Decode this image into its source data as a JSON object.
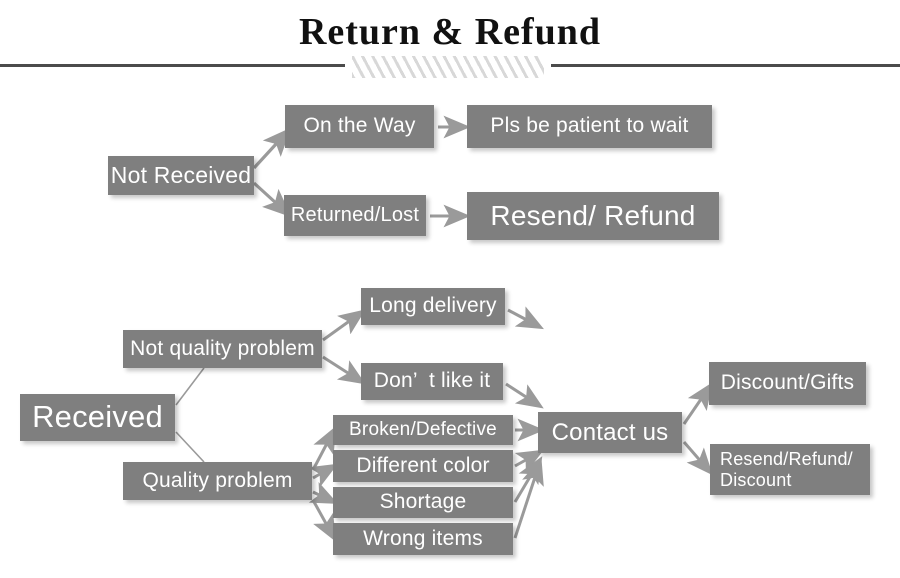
{
  "page": {
    "title": "Return & Refund",
    "divider": {
      "style": "hatched-rule",
      "color": "#4b4b4b",
      "hatch_color": "#d8d8d8"
    }
  },
  "theme": {
    "node_fill": "#7f7f7f",
    "node_text": "#ffffff",
    "connector": "#9a9a9a",
    "background": "#ffffff"
  },
  "flow": {
    "not_received": {
      "root": "Not Received",
      "branches": [
        {
          "cause": "On the Way",
          "outcome": "Pls be patient to wait"
        },
        {
          "cause": "Returned/Lost",
          "outcome": "Resend/ Refund"
        }
      ]
    },
    "received": {
      "root": "Received",
      "groups": [
        {
          "label": "Not quality problem",
          "reasons": [
            "Long delivery",
            "Don’  t like it"
          ]
        },
        {
          "label": "Quality problem",
          "reasons": [
            "Broken/Defective",
            "Different color",
            "Shortage",
            "Wrong items"
          ]
        }
      ],
      "hub": "Contact us",
      "outcomes": [
        {
          "label": "Discount/Gifts"
        },
        {
          "label": "Resend/Refund/\nDiscount"
        }
      ]
    }
  }
}
